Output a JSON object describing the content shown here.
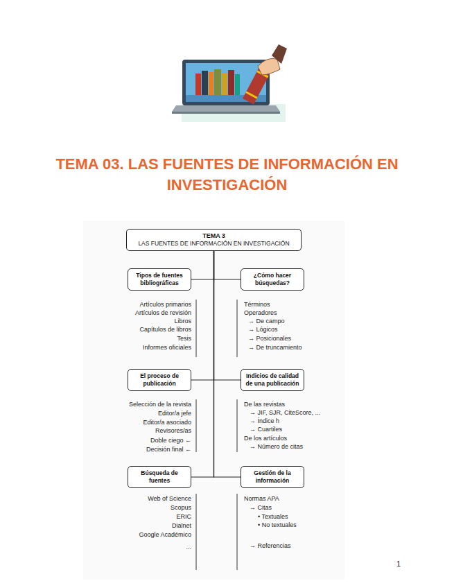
{
  "diagram": {
    "title": "TEMA 03. LAS FUENTES DE INFORMACIÓN EN INVESTIGACIÓN",
    "nodes": [
      {
        "text": [
          "TEMA 3",
          "LAS FUENTES DE INFORMACIÓN EN INVESTIGACIÓN"
        ]
      },
      {
        "text": [
          "Tipos de fuentes bibliográficas"
        ]
      },
      {
        "text": [
          "¿Cómo hacer búsquedas?"
        ]
      },
      {
        "text": [
          "El proceso de publicación"
        ]
      },
      {
        "text": [
          "Indicios de calidad de una publicación"
        ]
      },
      {
        "text": [
          "Búsqueda de fuentes"
        ]
      },
      {
        "text": [
          "Gestión de la información"
        ]
      }
    ],
    "edges": [
      {
        "from": 0,
        "to": 1,
        "arrow": "none"
      },
      {
        "from": 0,
        "to": 2,
        "arrow": "none"
      },
      {
        "from": 0,
        "to": 3,
        "arrow": "none"
      },
      {
        "from": 0,
        "to": 4,
        "arrow": "none"
      },
      {
        "from": 0,
        "to": 5,
        "arrow": "none"
      },
      {
        "from": 0,
        "to": 6,
        "arrow": "none"
      }
    ],
    "labels": [
      "Artículos primarios",
      "Artículos de revisión",
      "Libros",
      "Capítulos de libros",
      "Tesis",
      "Informes oficiales",
      "Términos",
      "Operadores",
      "→ De campo",
      "→ Lógicos",
      "→ Posicionales",
      "→ De truncamiento",
      "Selección de la revista",
      "Editor/a jefe",
      "Editor/a asociado",
      "Revisores/as",
      "Doble ciego ←",
      "Decisión final ←",
      "De las revistas",
      "→ JIF, SJR, CiteScore, ...",
      "→ Índice h",
      "→ Cuartiles",
      "De los artículos",
      "→ Número de citas",
      "Web of Science",
      "Scopus",
      "ERIC",
      "Dialnet",
      "Google Académico",
      "...",
      "Normas APA",
      "→ Citas",
      "• Textuales",
      "• No textuales",
      "→ Referencias",
      "1"
    ]
  }
}
